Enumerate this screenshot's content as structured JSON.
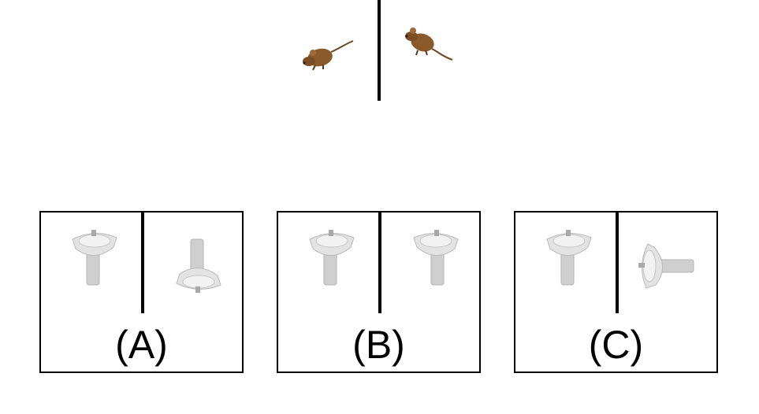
{
  "colors": {
    "line": "#000000",
    "mouse_body": "#8a5a2b",
    "mouse_shadow": "#5e3a19",
    "sink": "#dcdcdc",
    "sink_shadow": "#b3b3b3"
  },
  "icons": {
    "mouse": "mouse-figure",
    "sink": "pedestal-sink-figure"
  },
  "options": [
    {
      "label": "(A)"
    },
    {
      "label": "(B)"
    },
    {
      "label": "(C)"
    }
  ]
}
